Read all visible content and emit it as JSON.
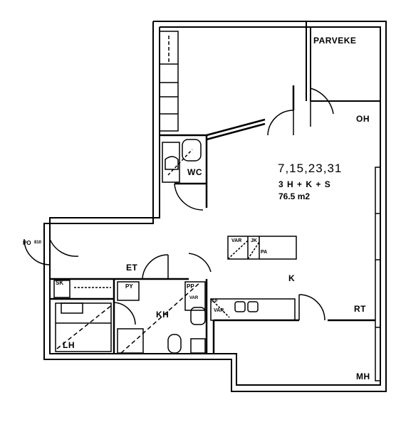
{
  "apartment": {
    "codes": "7,15,23,31",
    "type": "3 H + K + S",
    "area": "76.5 m2"
  },
  "rooms": {
    "parveke": "PARVEKE",
    "oh": "OH",
    "wc": "WC",
    "et": "ET",
    "k": "K",
    "rt": "RT",
    "mh": "MH",
    "kh": "KH",
    "lh": "LH"
  },
  "fixtures": {
    "po": "PO",
    "po_num": "810",
    "sk": "SK",
    "py": "PY",
    "pp": "PP",
    "var1": "VAR",
    "var2": "VAR",
    "var3": "VAR",
    "jk": "JK",
    "pa": "PA",
    "ap": "AP"
  },
  "colors": {
    "ink": "#000000",
    "paper": "#ffffff"
  }
}
